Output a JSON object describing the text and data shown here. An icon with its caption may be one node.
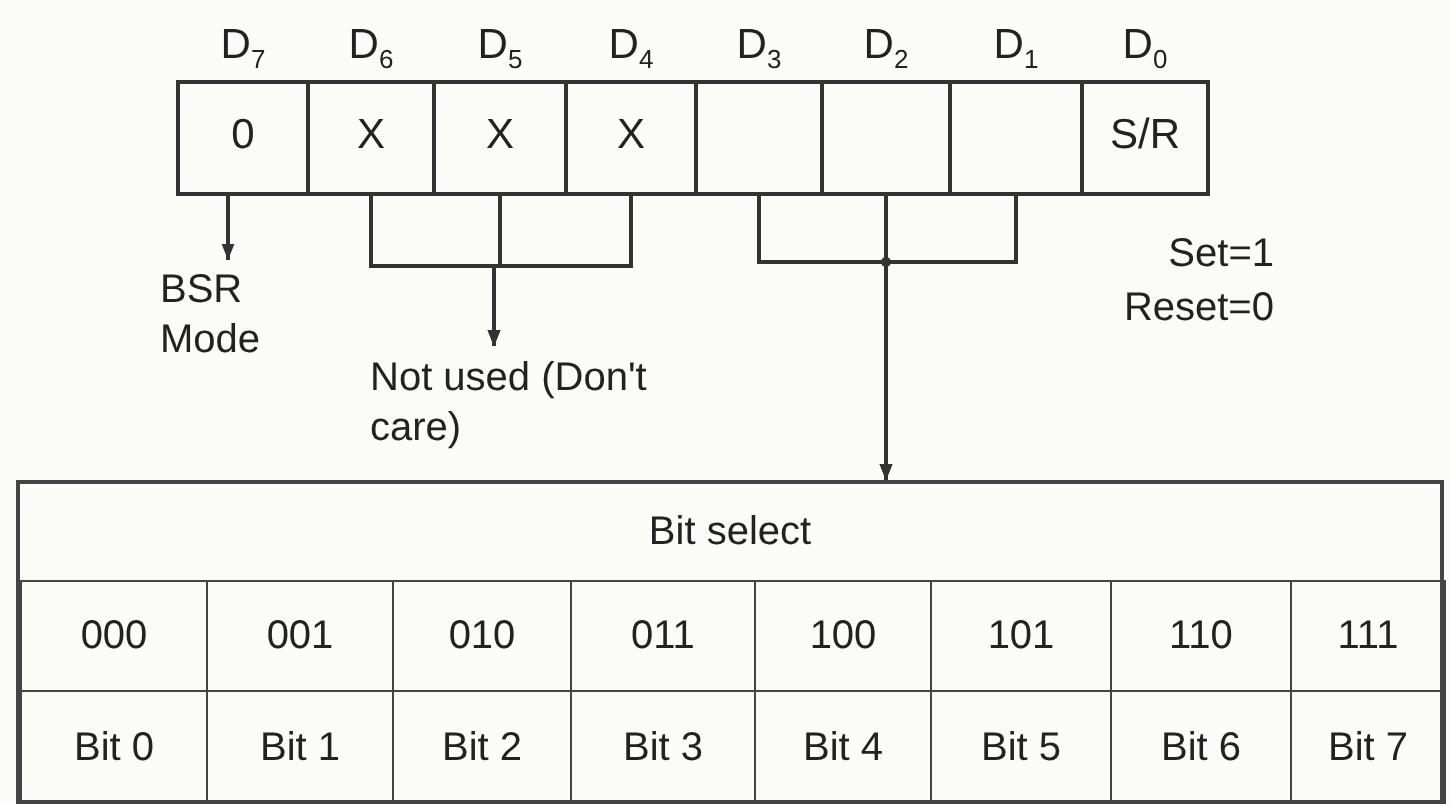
{
  "diagram": {
    "nodes": [
      {
        "text": [
          "D$_{7}$",
          "0"
        ]
      },
      {
        "text": [
          "D$_{6}$",
          "X"
        ]
      },
      {
        "text": [
          "D$_{5}$",
          "X"
        ]
      },
      {
        "text": [
          "D$_{4}$",
          "X"
        ]
      },
      {
        "text": [
          "D$_{3}$"
        ]
      },
      {
        "text": [
          "D$_{2}$"
        ]
      },
      {
        "text": [
          "D$_{1}$"
        ]
      },
      {
        "text": [
          "D$_{0}$",
          "S/R"
        ]
      },
      {
        "text": [
          "BSR Mode"
        ]
      },
      {
        "text": [
          "Not used (Don't care)"
        ]
      },
      {
        "text": [
          "Bit select"
        ]
      }
    ],
    "edges": [
      {
        "from": 0,
        "to": 8,
        "arrow": "to"
      },
      {
        "from": 1,
        "to": 9,
        "arrow": "to"
      },
      {
        "from": 2,
        "to": 9,
        "arrow": "to"
      },
      {
        "from": 3,
        "to": 9,
        "arrow": "to"
      },
      {
        "from": 4,
        "to": 10,
        "arrow": "to"
      },
      {
        "from": 5,
        "to": 10,
        "arrow": "to"
      },
      {
        "from": 6,
        "to": 10,
        "arrow": "to"
      }
    ],
    "labels": [
      "Set=1",
      "Reset=0",
      "000",
      "001",
      "010",
      "011",
      "100",
      "101",
      "110",
      "111",
      "Bit 0",
      "Bit 1",
      "Bit 2",
      "Bit 3",
      "Bit 4",
      "Bit 5",
      "Bit 6",
      "Bit 7"
    ]
  }
}
